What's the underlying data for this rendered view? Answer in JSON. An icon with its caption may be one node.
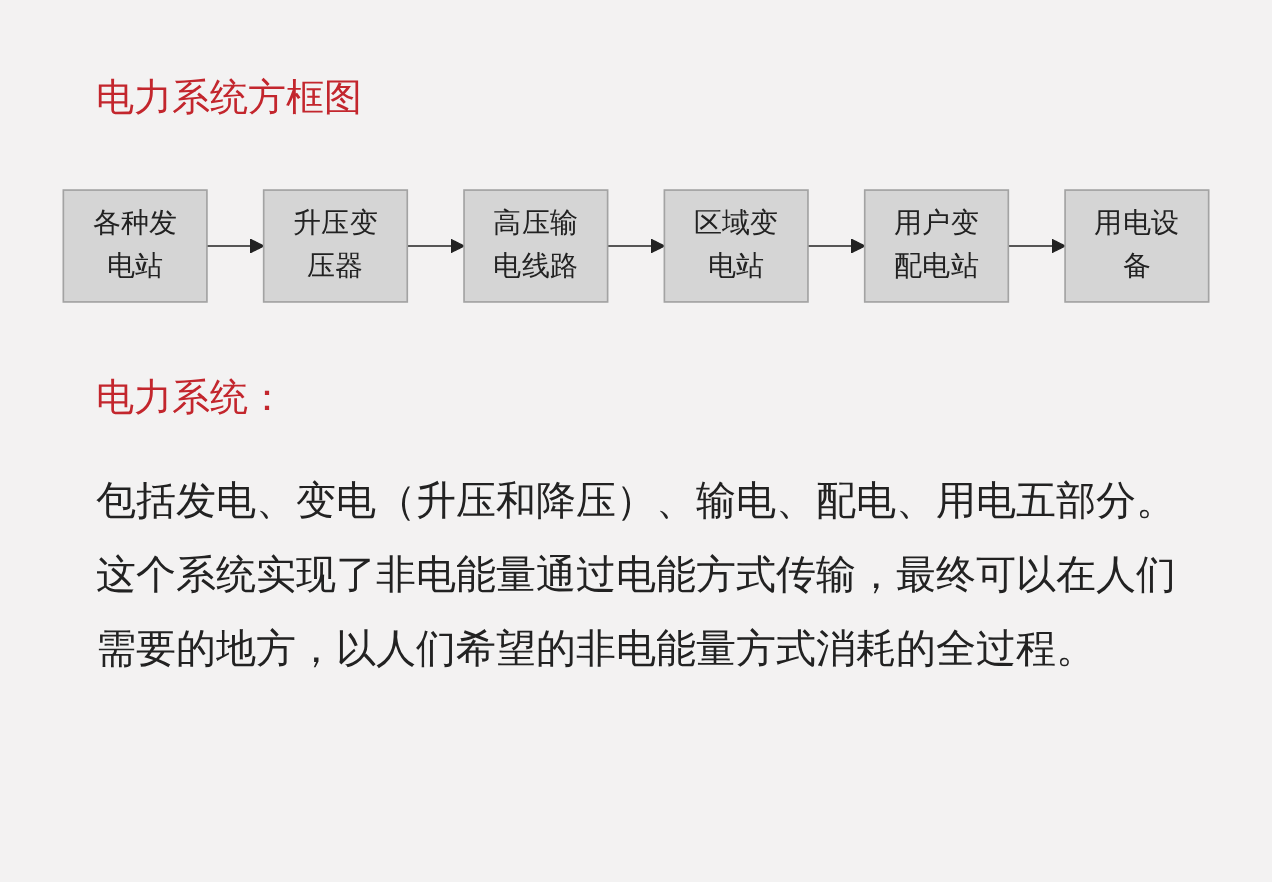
{
  "diagram": {
    "title": "电力系统方框图",
    "nodes": [
      {
        "text": [
          "各种发电站"
        ]
      },
      {
        "text": [
          "升压变压器"
        ]
      },
      {
        "text": [
          "高压输电线路"
        ]
      },
      {
        "text": [
          "区域变电站"
        ]
      },
      {
        "text": [
          "用户变配电站"
        ]
      },
      {
        "text": [
          "用电设备"
        ]
      }
    ],
    "edges": [
      {
        "from": 0,
        "to": 1,
        "arrow": "to"
      },
      {
        "from": 1,
        "to": 2,
        "arrow": "to"
      },
      {
        "from": 2,
        "to": 3,
        "arrow": "to"
      },
      {
        "from": 3,
        "to": 4,
        "arrow": "to"
      },
      {
        "from": 4,
        "to": 5,
        "arrow": "to"
      }
    ],
    "labels": [
      "电力系统：",
      "包括发电、变电（升压和降压）、输电、配电、用电五部分。这个系统实现了非电能量通过电能方式传输，最终可以在人们需要的地方，以人们希望的非电能量方式消耗的全过程。"
    ]
  }
}
